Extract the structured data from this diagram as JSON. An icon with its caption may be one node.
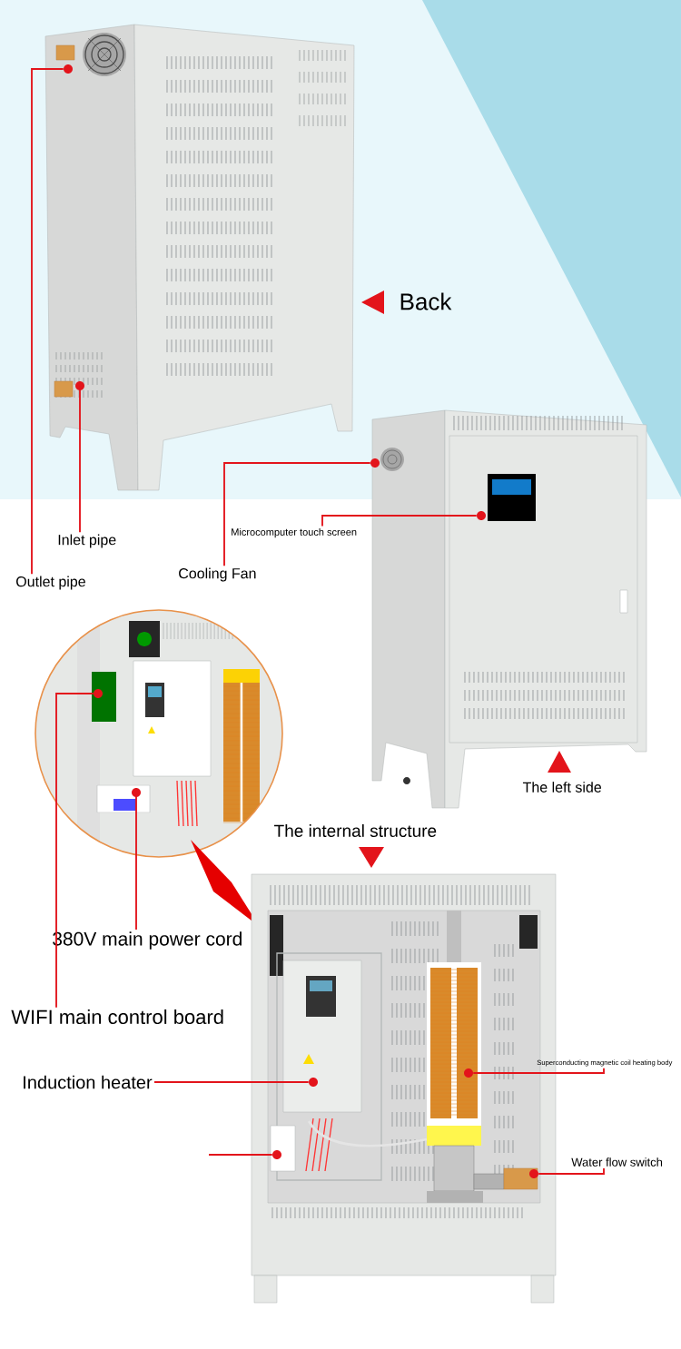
{
  "diagram": {
    "nodes": [
      {
        "text": [
          "Outlet pipe"
        ]
      },
      {
        "text": [
          "Inlet pipe"
        ]
      },
      {
        "text": [
          "Cooling Fan"
        ]
      },
      {
        "text": [
          "Microcomputer touch screen"
        ]
      },
      {
        "text": [
          "WIFI main control board"
        ]
      },
      {
        "text": [
          "380V main power cord"
        ]
      },
      {
        "text": [
          "Induction heater"
        ]
      },
      {
        "text": [
          "Superconducting magnetic coil heating body"
        ]
      },
      {
        "text": [
          "Water flow switch"
        ]
      },
      {
        "text": [],
        "shape": "circle"
      },
      {
        "text": [],
        "shape": "circle"
      },
      {
        "text": [],
        "shape": "circle"
      },
      {
        "text": [],
        "shape": "circle"
      },
      {
        "text": [],
        "shape": "circle"
      },
      {
        "text": [],
        "shape": "circle"
      },
      {
        "text": [],
        "shape": "circle"
      },
      {
        "text": [],
        "shape": "circle"
      },
      {
        "text": [],
        "shape": "circle"
      },
      {
        "text": [],
        "shape": "circle"
      }
    ],
    "edges": [
      {
        "from": 0,
        "to": 9,
        "arrow": "none"
      },
      {
        "from": 1,
        "to": 10,
        "arrow": "none"
      },
      {
        "from": 2,
        "to": 11,
        "arrow": "none"
      },
      {
        "from": 3,
        "to": 12,
        "arrow": "none"
      },
      {
        "from": 4,
        "to": 13,
        "arrow": "none"
      },
      {
        "from": 5,
        "to": 14,
        "arrow": "none"
      },
      {
        "from": 6,
        "to": 15,
        "arrow": "none"
      },
      {
        "from": 7,
        "to": 16,
        "arrow": "none"
      },
      {
        "from": 8,
        "to": 17,
        "arrow": "none"
      },
      {
        "from": null,
        "to": 18,
        "arrow": "none"
      }
    ],
    "labels": [
      "Back",
      "The left side",
      "The internal structure"
    ]
  }
}
